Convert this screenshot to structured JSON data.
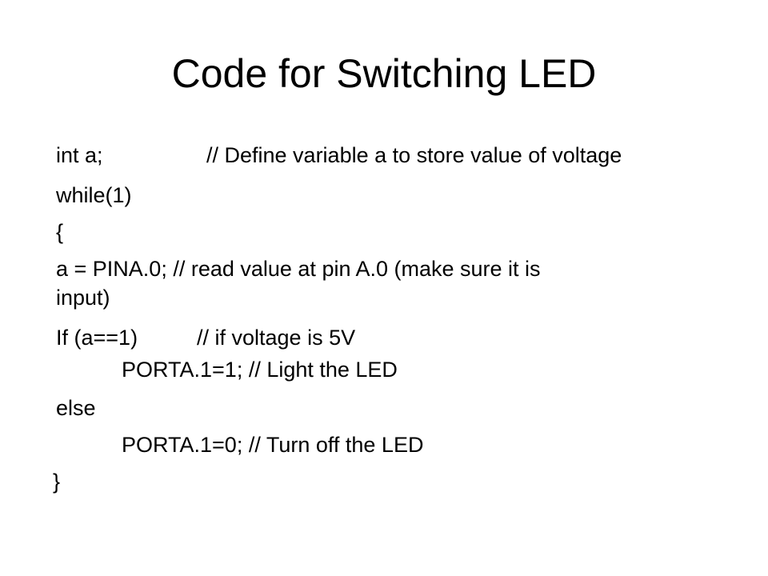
{
  "slide": {
    "title": "Code for Switching LED",
    "lines": [
      {
        "code": "int a;",
        "comment": "// Define variable a to store value of voltage"
      },
      {
        "code": "while(1)"
      },
      {
        "code": "{"
      },
      {
        "code": "a = PINA.0;  // read value at pin A.0 (make sure it is",
        "wrap": "input)"
      },
      {
        "code": "If (a==1)",
        "comment": "//  if voltage is 5V"
      },
      {
        "code": "PORTA.1=1;   // Light the LED"
      },
      {
        "code": "else"
      },
      {
        "code": "PORTA.1=0;  // Turn off the LED"
      },
      {
        "code": "}"
      }
    ]
  }
}
